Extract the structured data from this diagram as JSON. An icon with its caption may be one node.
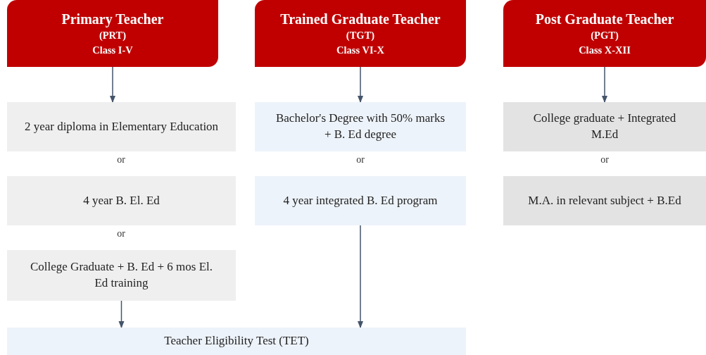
{
  "diagram": {
    "nodes": [
      {
        "text": [
          "Primary Teacher",
          "(PRT)",
          "Class I-V"
        ]
      },
      {
        "text": [
          "Trained Graduate Teacher",
          "(TGT)",
          "Class VI-X"
        ]
      },
      {
        "text": [
          "Post Graduate Teacher",
          "(PGT)",
          "Class X-XII"
        ]
      },
      {
        "text": [
          "2 year diploma in Elementary Education"
        ]
      },
      {
        "text": [
          "4 year B. El. Ed"
        ]
      },
      {
        "text": [
          "College Graduate + B. Ed + 6 mos El. Ed training"
        ]
      },
      {
        "text": [
          "Bachelor's Degree with 50% marks + B. Ed degree"
        ]
      },
      {
        "text": [
          "4 year integrated B. Ed program"
        ]
      },
      {
        "text": [
          "College graduate + Integrated M.Ed"
        ]
      },
      {
        "text": [
          "M.A. in relevant subject + B.Ed"
        ]
      },
      {
        "text": [
          "Teacher Eligibility Test (TET)"
        ]
      }
    ],
    "edges": [
      {
        "from": 0,
        "to": 3,
        "arrow": "to"
      },
      {
        "from": 1,
        "to": 6,
        "arrow": "to"
      },
      {
        "from": 2,
        "to": 8,
        "arrow": "to"
      },
      {
        "from": 5,
        "to": 10,
        "arrow": "to"
      },
      {
        "from": 7,
        "to": 10,
        "arrow": "to"
      }
    ],
    "labels": [
      "or",
      "or",
      "or",
      "or"
    ]
  }
}
